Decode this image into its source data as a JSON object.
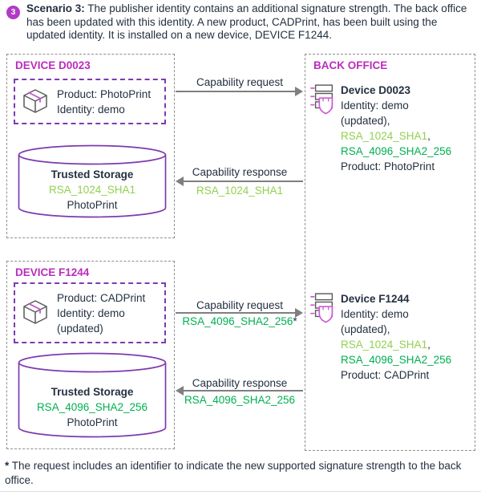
{
  "header": {
    "badge_number": "3",
    "title_bold": "Scenario 3:",
    "title_rest": " The publisher identity contains an additional signature strength. The back office has been updated with this identity. A new product, CADPrint, has been built using the updated identity. It is installed on a new device, DEVICE F1244."
  },
  "devices": [
    {
      "title": "DEVICE D0023",
      "product_line1": "Product: PhotoPrint",
      "product_line2": "Identity: demo",
      "storage_title": "Trusted Storage",
      "storage_signature": "RSA_1024_SHA1",
      "storage_product": "PhotoPrint"
    },
    {
      "title": "DEVICE F1244",
      "product_line1": "Product: CADPrint",
      "product_line2": "Identity: demo",
      "product_line3": "(updated)",
      "storage_title": "Trusted Storage",
      "storage_signature": "RSA_4096_SHA2_256",
      "storage_product": "PhotoPrint"
    }
  ],
  "back_office": {
    "title": "BACK OFFICE",
    "entries": [
      {
        "name": "Device D0023",
        "identity_line": "Identity: demo",
        "updated_line": "(updated),",
        "sig1": "RSA_1024_SHA1",
        "sig1_suffix": ",",
        "sig2": "RSA_4096_SHA2_256",
        "product_line": "Product: PhotoPrint"
      },
      {
        "name": "Device F1244",
        "identity_line": "Identity: demo",
        "updated_line": "(updated),",
        "sig1": "RSA_1024_SHA1",
        "sig1_suffix": ",",
        "sig2": "RSA_4096_SHA2_256",
        "product_line": "Product: CADPrint"
      }
    ]
  },
  "arrows": [
    {
      "label": "Capability request",
      "direction": "right"
    },
    {
      "label": "Capability response",
      "sublabel": "RSA_1024_SHA1",
      "direction": "left"
    },
    {
      "label": "Capability request",
      "sublabel": "RSA_4096_SHA2_256",
      "sublabel_suffix": "*",
      "direction": "right"
    },
    {
      "label": "Capability response",
      "sublabel": "RSA_4096_SHA2_256",
      "direction": "left"
    }
  ],
  "footnote": {
    "marker": "*",
    "text": " The request includes an identifier to indicate the new supported signature strength to the back office."
  },
  "icons": {
    "device_product": "package-icon",
    "back_office_device": "device-registry-shield-icon"
  },
  "colors": {
    "magenta_title": "#bb2cbc",
    "purple_shape": "#7d3ab1",
    "light_green": "#92d050",
    "dark_green": "#00b050",
    "body_text": "#233040",
    "arrow_gray": "#7f7f7f",
    "border_gray": "#8f8f8f",
    "badge_fill": "#b13bc6"
  }
}
